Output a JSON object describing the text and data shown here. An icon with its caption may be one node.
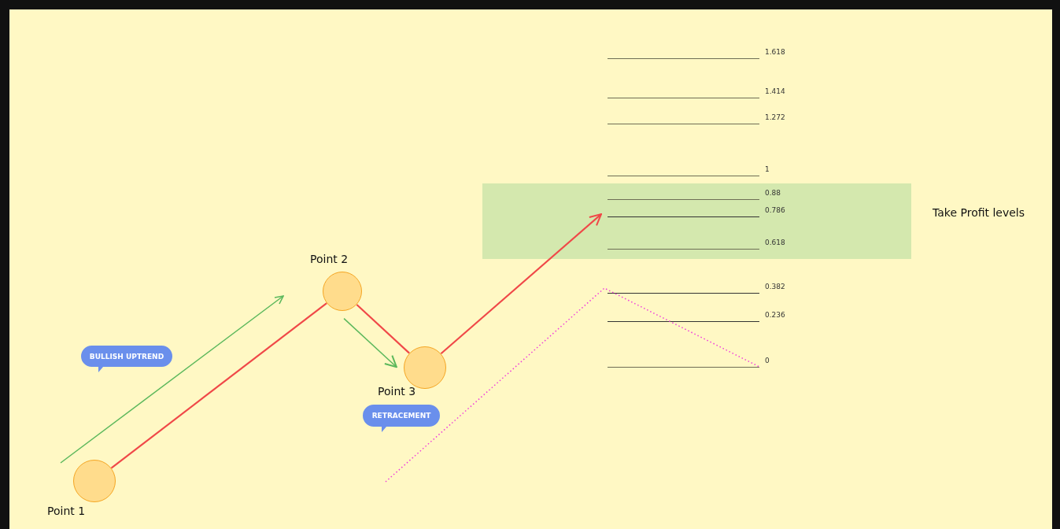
{
  "diagram": {
    "nodes": [
      {
        "text": [
          "Take Profit levels"
        ]
      },
      {
        "text": [],
        "shape": "circle",
        "beside": [
          "Point 2"
        ]
      },
      {
        "text": [
          "BULLISH UPTREND"
        ]
      },
      {
        "text": [],
        "shape": "circle",
        "beside": [
          "Point 3"
        ]
      },
      {
        "text": [
          "RETRACEMENT"
        ]
      },
      {
        "text": [],
        "shape": "circle",
        "beside": [
          "Point 1"
        ]
      }
    ],
    "edges": [
      {
        "from": 5,
        "to": 1,
        "arrow": "none"
      },
      {
        "from": 1,
        "to": 3,
        "arrow": "none"
      },
      {
        "from": 3,
        "to": 0,
        "arrow": "to"
      },
      {
        "from": 1,
        "to": 3,
        "arrow": "to",
        "color": "#5cb85c"
      }
    ],
    "labels": [
      "1.618",
      "1.414",
      "1.272",
      "1",
      "0.88",
      "0.786",
      "0.618",
      "0.382",
      "0.236",
      "0"
    ]
  }
}
